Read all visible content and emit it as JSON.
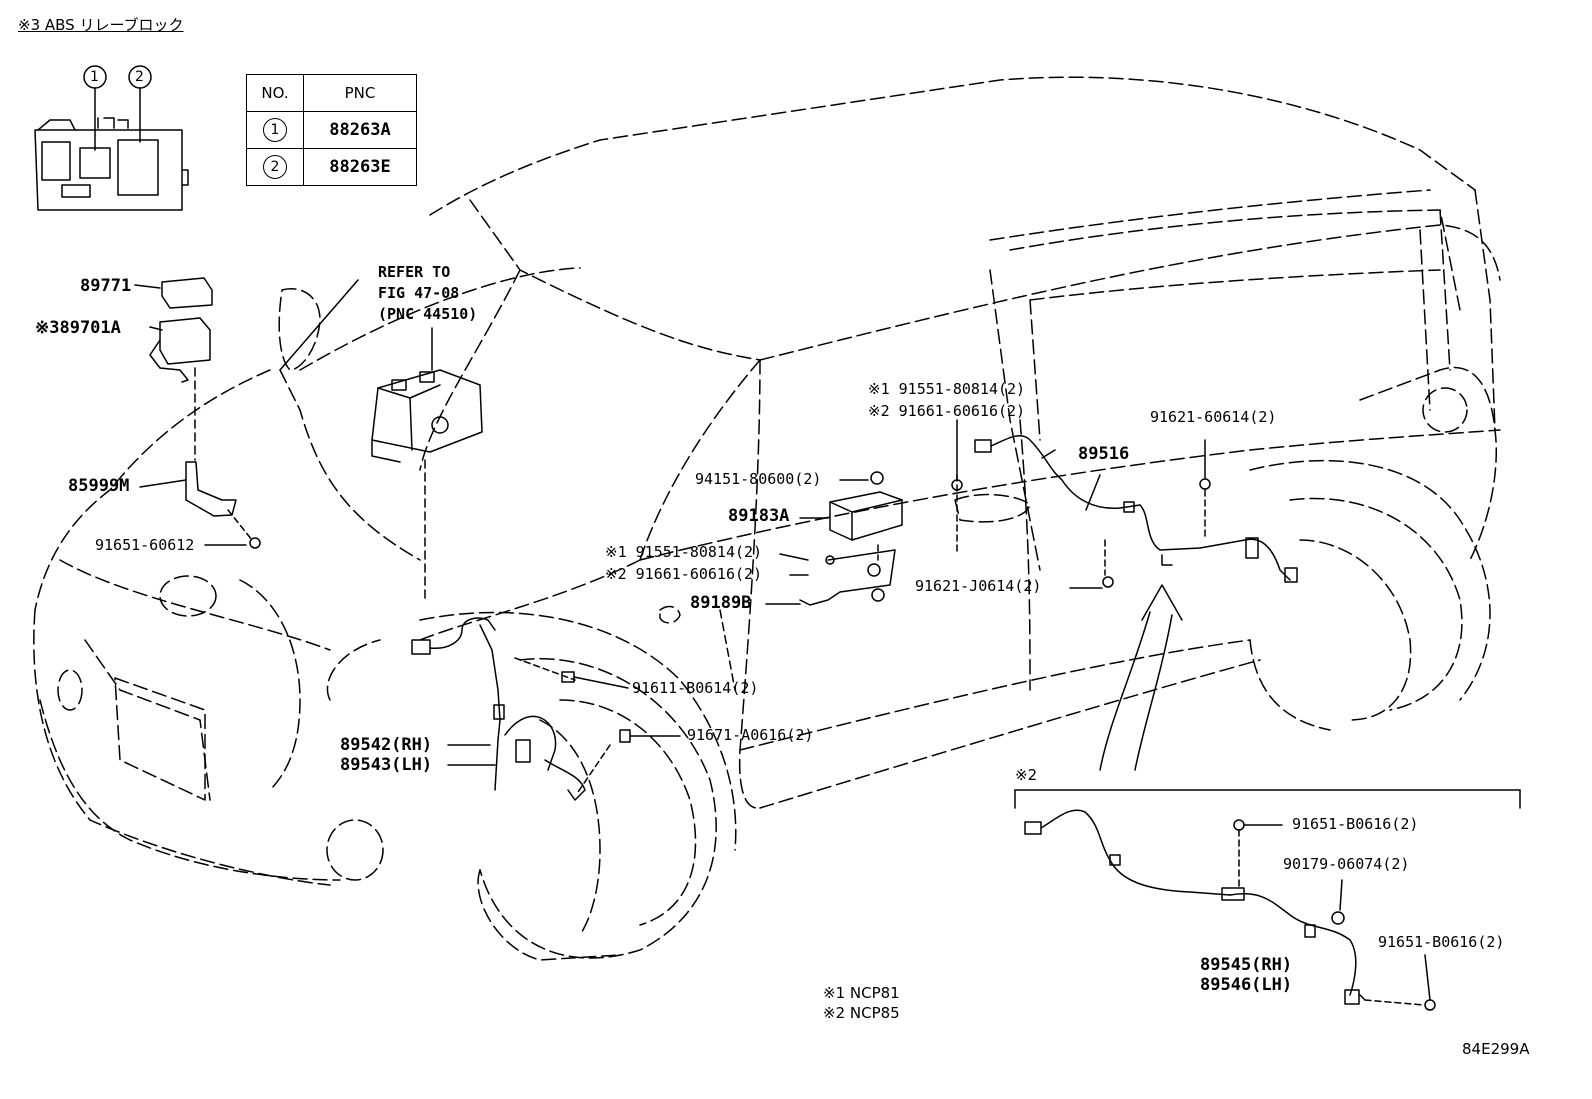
{
  "header": {
    "title": "※3 ABS リレーブロック"
  },
  "relay_block": {
    "callout_1": "1",
    "callout_2": "2"
  },
  "pnc_table": {
    "header_no": "NO.",
    "header_pnc": "PNC",
    "rows": [
      {
        "no": "1",
        "pnc": "88263A"
      },
      {
        "no": "2",
        "pnc": "88263E"
      }
    ]
  },
  "labels": {
    "p89771": "89771",
    "p89701a": "※389701A",
    "p85999m": "85999M",
    "p91651_60612": "91651-60612",
    "refer_1": "REFER TO",
    "refer_2": "FIG 47-08",
    "refer_3": "(PNC 44510)",
    "p91551_80814_a": "※1 91551-80814(2)",
    "p91661_60616_a": "※2 91661-60616(2)",
    "p94151_80600": "94151-80600(2)",
    "p89183a": "89183A",
    "p91551_80814_b": "※1 91551-80814(2)",
    "p91661_60616_b": "※2 91661-60616(2)",
    "p89189b": "89189B",
    "p91611_b0614": "91611-B0614(2)",
    "p91671_a0616": "91671-A0616(2)",
    "p89542": "89542(RH)",
    "p89543": "89543(LH)",
    "p89516": "89516",
    "p91621_60614": "91621-60614(2)",
    "p91621_j0614": "91621-J0614(2)",
    "inset_marker": "※2",
    "p91651_b0616_a": "91651-B0616(2)",
    "p90179_06074": "90179-06074(2)",
    "p91651_b0616_b": "91651-B0616(2)",
    "p89545": "89545(RH)",
    "p89546": "89546(LH)"
  },
  "legend": {
    "note_1": "※1 NCP81",
    "note_2": "※2 NCP85"
  },
  "figure_id": "84E299A"
}
